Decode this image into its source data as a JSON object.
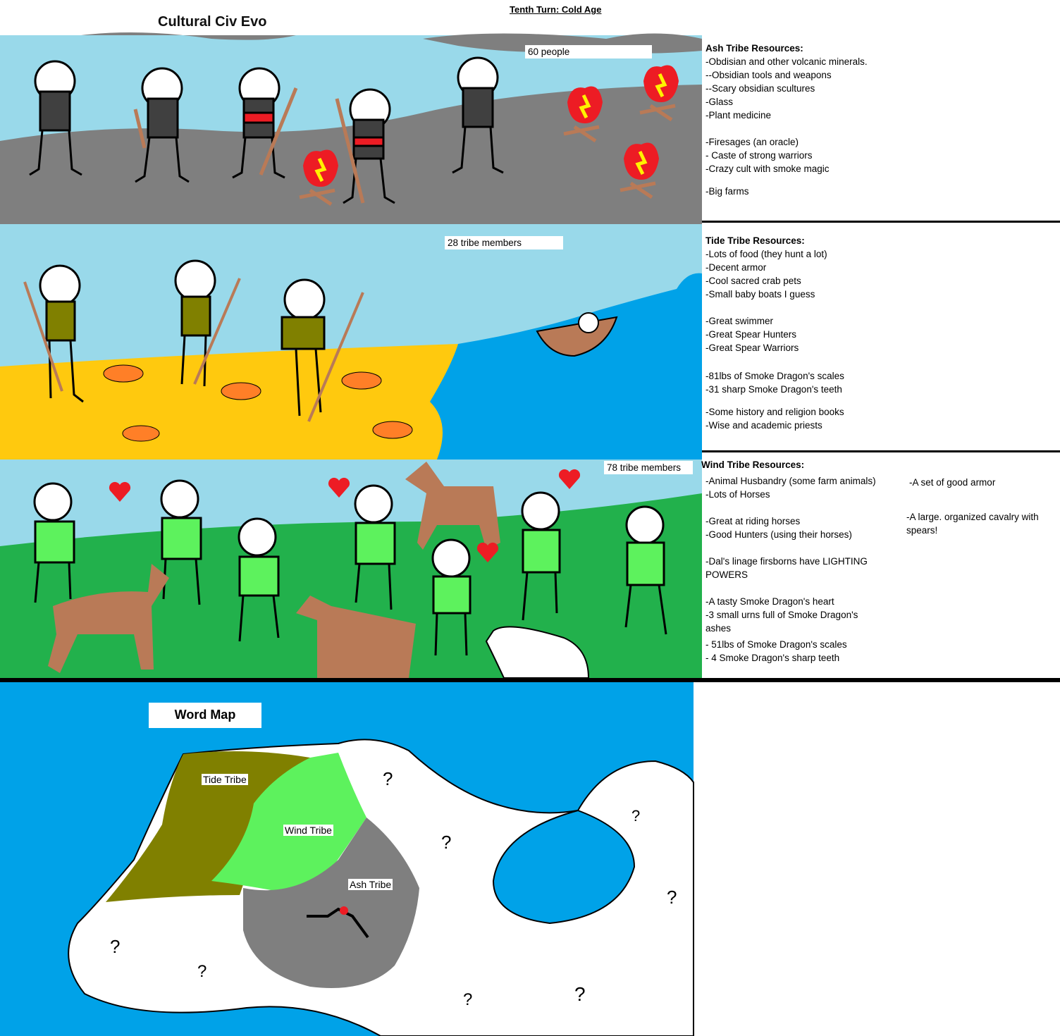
{
  "header": {
    "title": "Cultural Civ Evo",
    "turn": "Tenth Turn: Cold Age"
  },
  "ash": {
    "count": "60 people",
    "heading": "Ash Tribe Resources:",
    "items": [
      "-Obdisian and other volcanic minerals.",
      "--Obsidian tools and weapons",
      "--Scary obsidian scultures",
      "-Glass",
      "-Plant medicine",
      "-Firesages (an oracle)",
      "- Caste of strong warriors",
      "-Crazy cult with smoke magic",
      "-Big farms"
    ]
  },
  "tide": {
    "count": "28 tribe members",
    "heading": "Tide Tribe Resources:",
    "items": [
      "-Lots of food (they hunt a lot)",
      "-Decent armor",
      "-Cool sacred crab pets",
      "-Small baby boats I guess",
      "-Great swimmer",
      "-Great Spear Hunters",
      "-Great Spear Warriors",
      "-81lbs of Smoke Dragon's scales",
      "-31 sharp Smoke Dragon's teeth",
      "-Some history and religion books",
      "-Wise and academic priests"
    ]
  },
  "wind": {
    "count": "78 tribe members",
    "heading": "Wind Tribe Resources:",
    "items": [
      "-Animal Husbandry (some farm animals)",
      "-Lots of Horses",
      "-Great at riding horses",
      "-Good Hunters (using their horses)",
      "-Dal's linage firsborns have LIGHTING POWERS",
      "-A tasty Smoke Dragon's heart",
      "-3 small urns full of Smoke Dragon's ashes",
      "-  51lbs of Smoke Dragon's scales",
      "- 4  Smoke Dragon's sharp teeth"
    ],
    "extra": [
      "-A set of good armor",
      "-A large. organized cavalry with spears!"
    ]
  },
  "map": {
    "title": "Word Map",
    "labels": [
      "Tide Tribe",
      "Wind Tribe",
      "Ash Tribe"
    ],
    "unknown": "?"
  },
  "colors": {
    "sky": "#99d9ea",
    "ground": "#7f7f7f",
    "sand": "#ffc90e",
    "water": "#00a2e8",
    "grass": "#22b14c",
    "olive": "#808000",
    "lime": "#5df25d"
  }
}
